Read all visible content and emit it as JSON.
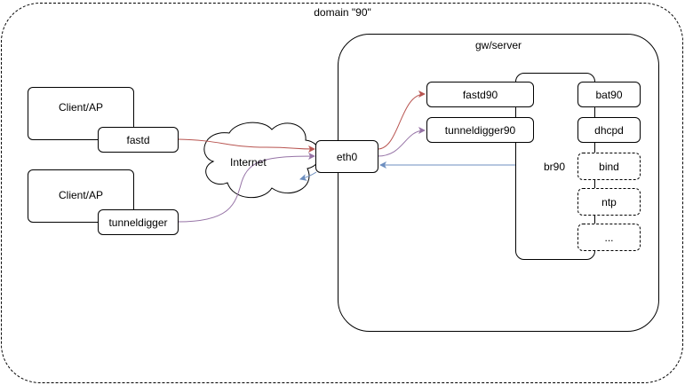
{
  "domain": {
    "title": "domain \"90\""
  },
  "clients": [
    {
      "title": "Client/AP",
      "tunnel": "fastd"
    },
    {
      "title": "Client/AP",
      "tunnel": "tunneldigger"
    }
  ],
  "internet": {
    "label": "Internet"
  },
  "server": {
    "title": "gw/server",
    "eth": "eth0",
    "tunnels": [
      "fastd90",
      "tunneldigger90"
    ],
    "bridge": "br90",
    "services": [
      "bat90",
      "dhcpd",
      "bind",
      "ntp",
      "..."
    ]
  },
  "colors": {
    "fastd_path": "#b85450",
    "tunneldigger_path": "#9673a6",
    "return_path": "#6c8ebf"
  }
}
